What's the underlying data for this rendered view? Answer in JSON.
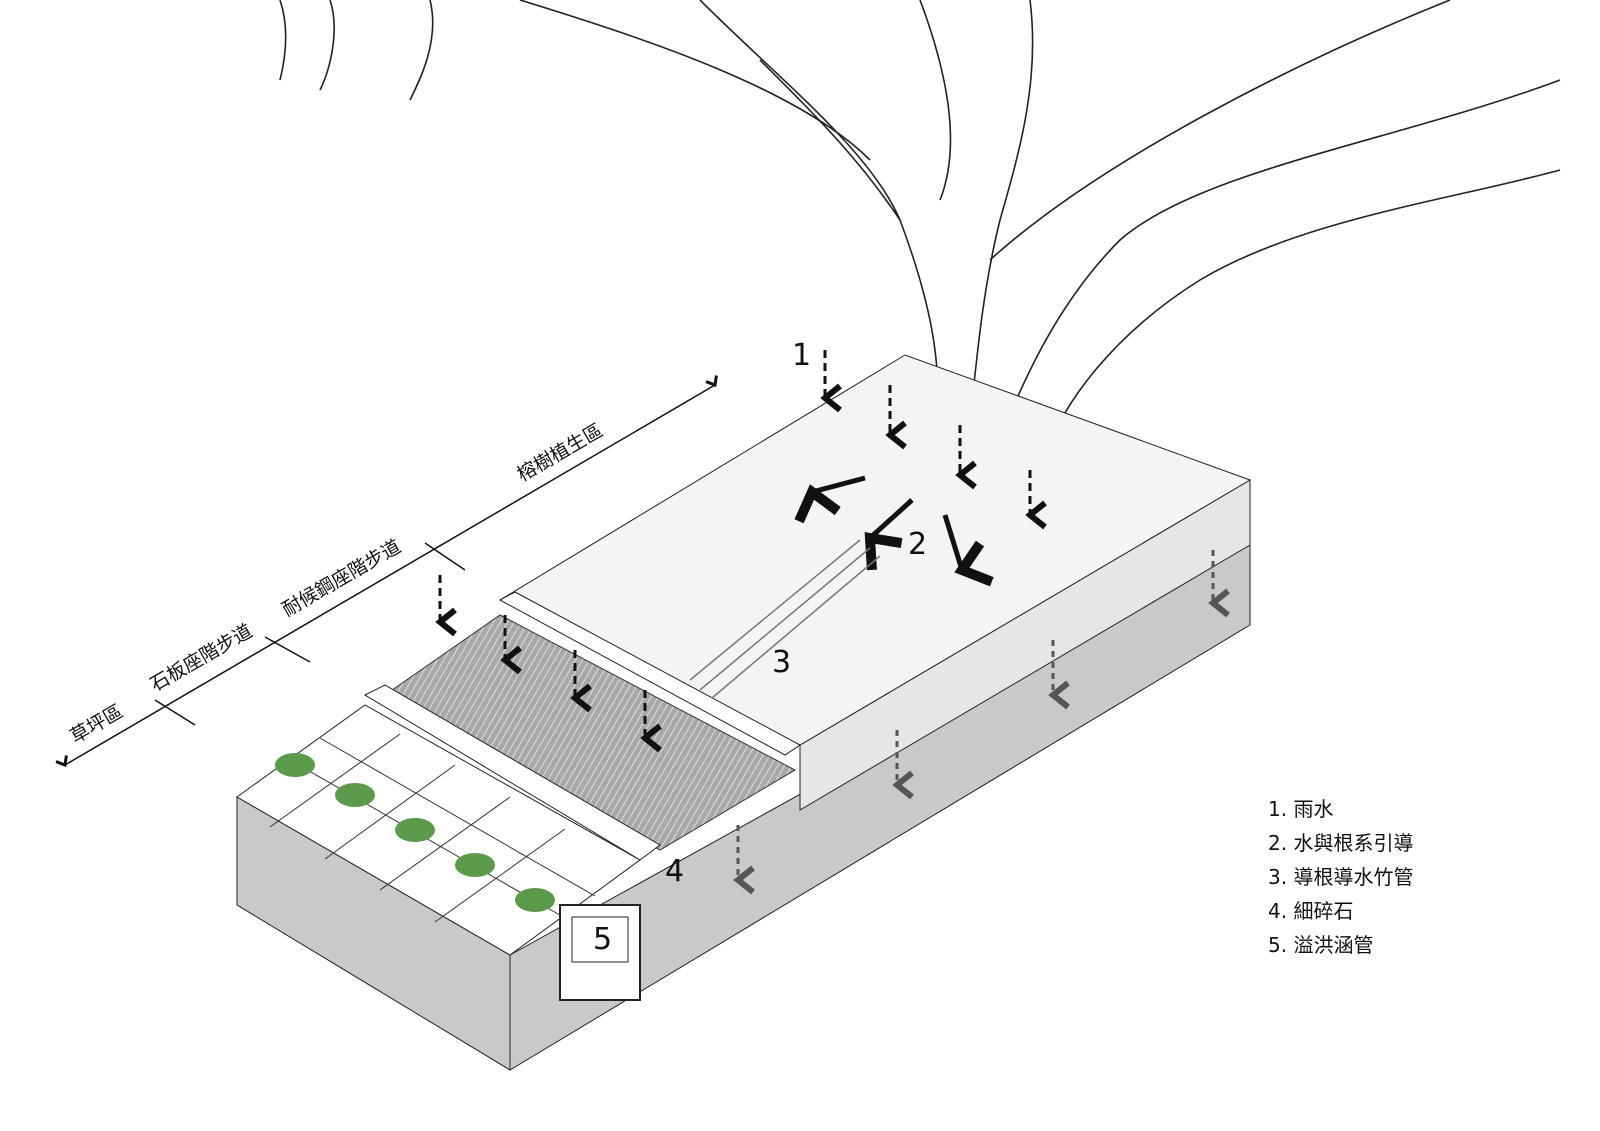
{
  "zones": [
    "草坪區",
    "石板座階步道",
    "耐候鋼座階步道",
    "榕樹植生區"
  ],
  "markers": [
    "1",
    "2",
    "3",
    "4",
    "5"
  ],
  "legend": [
    "1. 雨水",
    "2. 水與根系引導",
    "3. 導根導水竹管",
    "4. 細碎石",
    "5. 溢洪涵管"
  ],
  "colors": {
    "soil_top": "#f4f4f4",
    "front_face": "#c9c9c9",
    "upper_face": "#e6e6e6",
    "grass": "#5a9a4a",
    "grate": "#9a9a9a"
  }
}
